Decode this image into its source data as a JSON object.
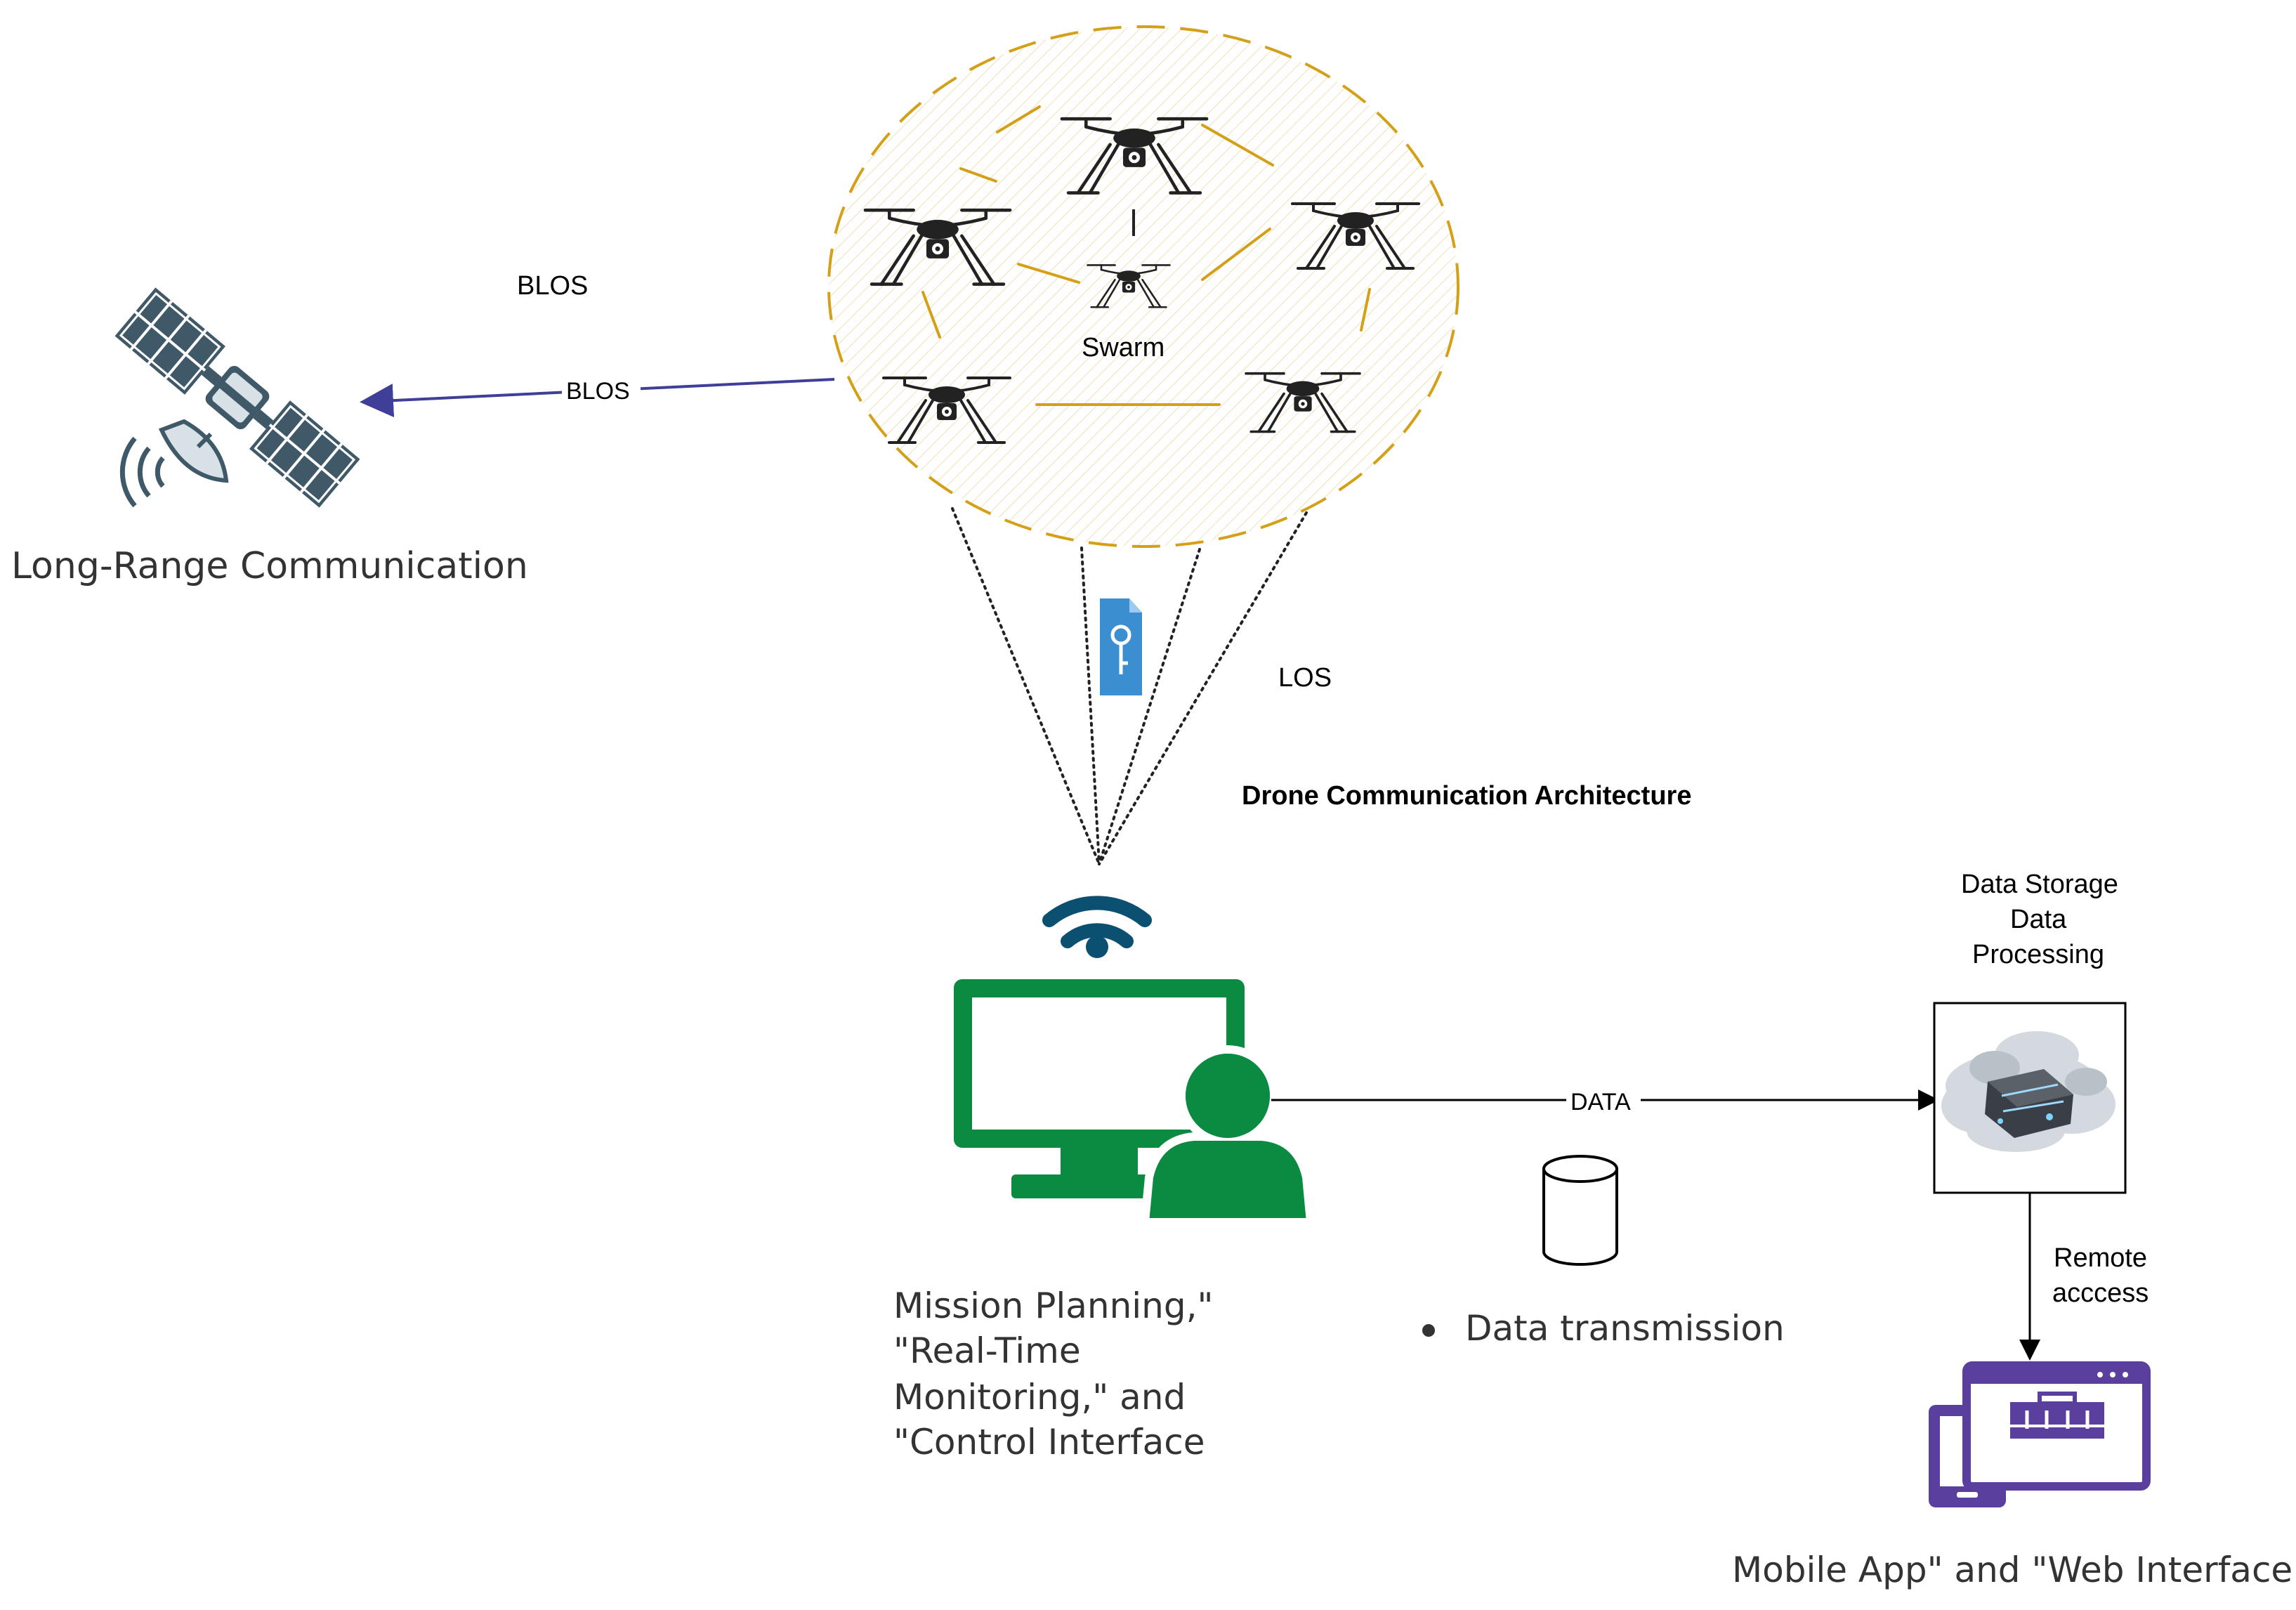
{
  "colors": {
    "swarm_boundary": "#d4a017",
    "swarm_link": "#d4a017",
    "blos_arrow": "#3f3f9a",
    "ground_station": "#0b8a42",
    "wifi": "#0b4f71",
    "key_file": "#3b8fd0",
    "satellite_panel": "#3f5968",
    "tablet": "#5b3f9e"
  },
  "labels": {
    "blos_top": "BLOS",
    "blos_link": "BLOS",
    "swarm": "Swarm",
    "long_range": "Long-Range Communication",
    "los": "LOS",
    "architecture_title": "Drone Communication Architecture",
    "storage_line1": "Data Storage",
    "storage_line2": "Data",
    "storage_line3": "Processing",
    "data_link": "DATA",
    "remote_line1": "Remote",
    "remote_line2": "acccess",
    "mission_line1": "Mission Planning,\"",
    "mission_line2": "\"Real-Time",
    "mission_line3": "Monitoring,\" and",
    "mission_line4": "\"Control Interface",
    "data_transmission": "Data transmission",
    "mobile_web": "Mobile App\" and \"Web Interface."
  },
  "icons": {
    "satellite": "satellite-icon",
    "drone": "drone-icon",
    "key_file": "key-file-icon",
    "wifi": "wifi-icon",
    "monitor_user": "monitor-user-icon",
    "database": "database-cylinder-icon",
    "cloud_server": "cloud-server-icon",
    "devices": "tablet-browser-icon"
  }
}
